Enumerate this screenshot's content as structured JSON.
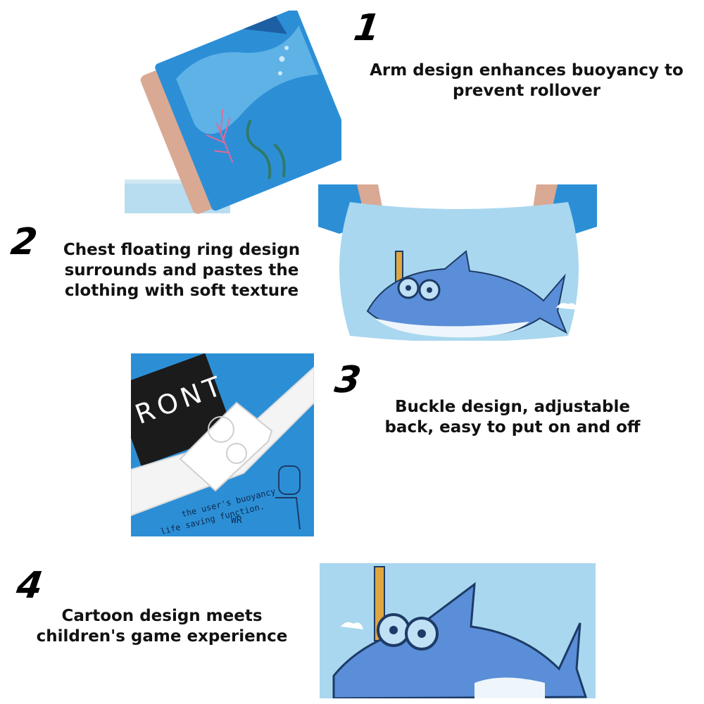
{
  "features": [
    {
      "number": "1",
      "lines": [
        "Arm design enhances buoyancy to",
        "prevent rollover"
      ]
    },
    {
      "number": "2",
      "lines": [
        "Chest floating ring design",
        "surrounds and pastes the",
        "clothing with soft texture"
      ]
    },
    {
      "number": "3",
      "lines": [
        "Buckle design, adjustable",
        "back, easy to put on and off"
      ]
    },
    {
      "number": "4",
      "lines": [
        "Cartoon design meets",
        "children's game experience"
      ]
    }
  ],
  "product_label_fragments": {
    "tag": "RONT",
    "print_line_1": "the user's buoyancy",
    "print_line_2": "life saving function.",
    "print_mark": "WR"
  },
  "colors": {
    "fabric_blue": "#2c8fd6",
    "light_blue": "#9ccfe9",
    "shark_blue": "#5b8ed8",
    "inner_skin": "#d9a994",
    "snorkel_yellow": "#e0a640"
  }
}
